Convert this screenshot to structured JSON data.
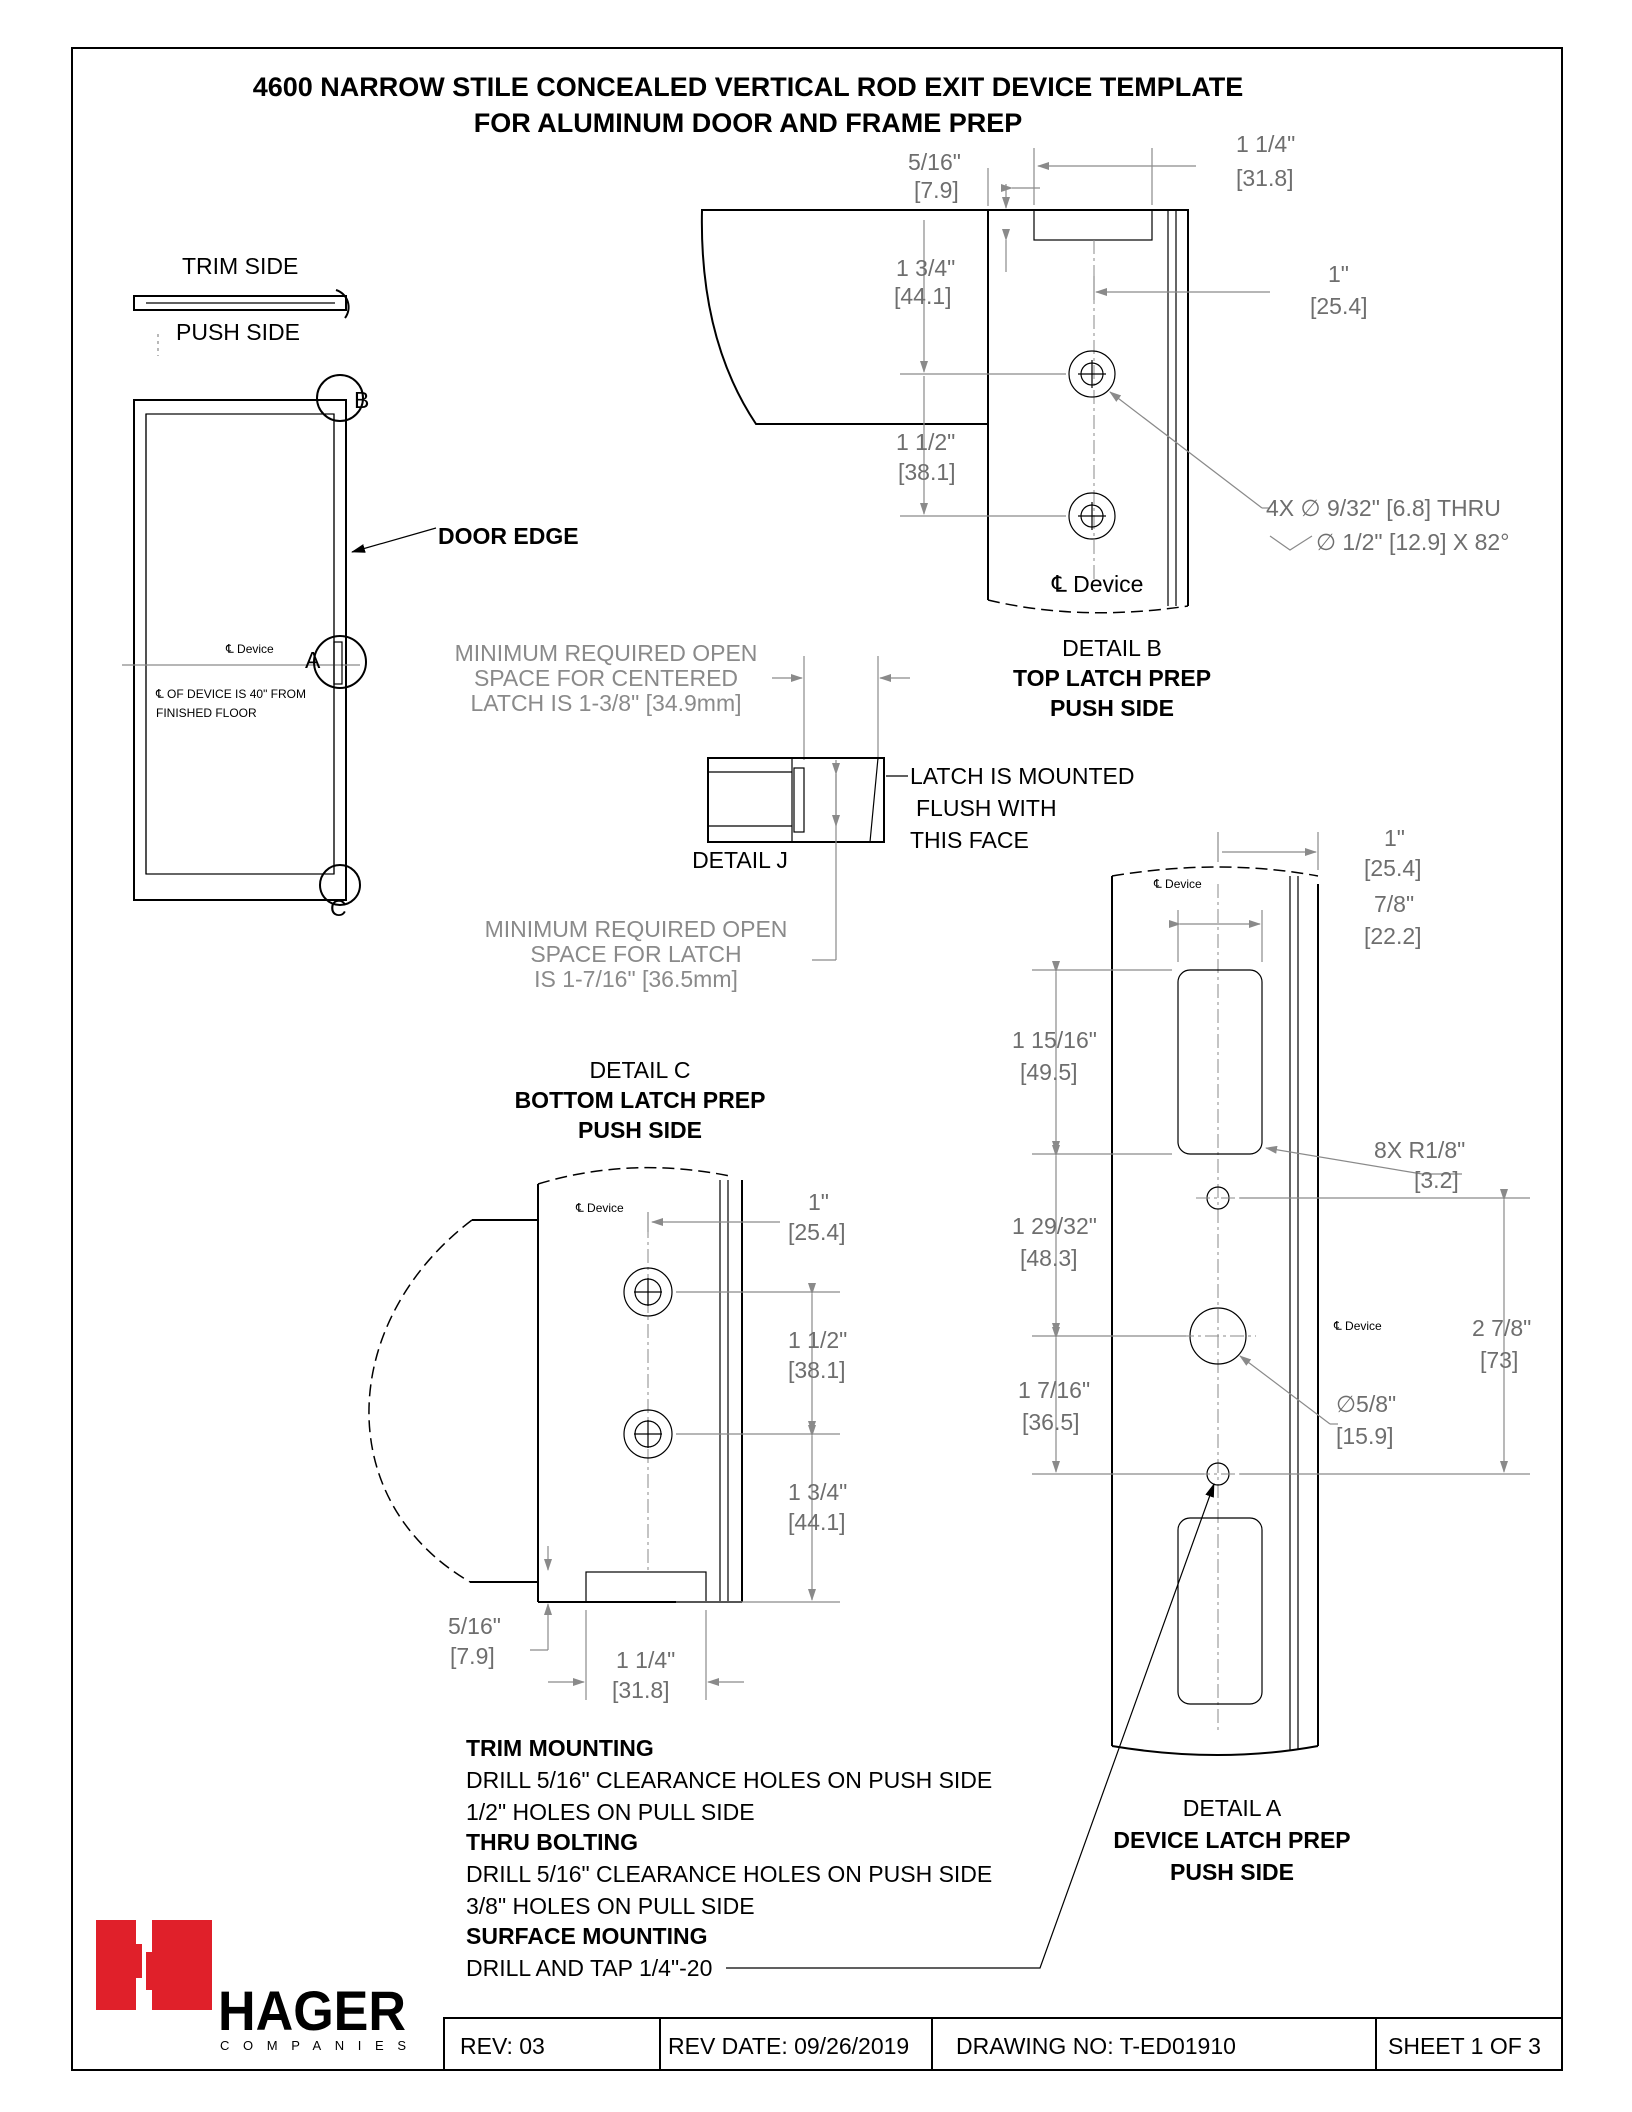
{
  "title": {
    "line1": "4600 NARROW STILE CONCEALED VERTICAL ROD EXIT DEVICE TEMPLATE",
    "line2": "FOR ALUMINUM DOOR AND FRAME PREP"
  },
  "door_view": {
    "trim_side": "TRIM SIDE",
    "push_side": "PUSH SIDE",
    "door_edge": "DOOR EDGE",
    "marker_a": "A",
    "marker_b": "B",
    "marker_c": "C",
    "cl_device": "℄ Device",
    "cl_note_1": "℄ OF DEVICE IS 40\" FROM",
    "cl_note_2": "FINISHED FLOOR"
  },
  "detail_b": {
    "dim_5_16": "5/16\"",
    "dim_5_16_mm": "[7.9]",
    "dim_1_1_4": "1 1/4\"",
    "dim_1_1_4_mm": "[31.8]",
    "dim_1_3_4": "1 3/4\"",
    "dim_1_3_4_mm": "[44.1]",
    "dim_1": "1\"",
    "dim_1_mm": "[25.4]",
    "dim_1_1_2": "1 1/2\"",
    "dim_1_1_2_mm": "[38.1]",
    "hole_note_1": "4X ∅ 9/32\" [6.8] THRU",
    "hole_note_2": "∅ 1/2\" [12.9] X 82°",
    "cl_device": "℄ Device",
    "label": "DETAIL B",
    "name": "TOP LATCH PREP",
    "side": "PUSH SIDE"
  },
  "detail_j": {
    "centered_1": "MINIMUM REQUIRED OPEN",
    "centered_2": "SPACE FOR CENTERED",
    "centered_3": "LATCH IS 1-3/8\" [34.9mm]",
    "flush_1": "LATCH IS MOUNTED",
    "flush_2": "FLUSH WITH",
    "flush_3": "THIS FACE",
    "label": "DETAIL J",
    "space_1": "MINIMUM REQUIRED OPEN",
    "space_2": "SPACE FOR LATCH",
    "space_3": "IS 1-7/16\" [36.5mm]"
  },
  "detail_c": {
    "label": "DETAIL C",
    "name": "BOTTOM LATCH PREP",
    "side": "PUSH SIDE",
    "cl_device": "℄ Device",
    "dim_1": "1\"",
    "dim_1_mm": "[25.4]",
    "dim_1_1_2": "1 1/2\"",
    "dim_1_1_2_mm": "[38.1]",
    "dim_1_3_4": "1 3/4\"",
    "dim_1_3_4_mm": "[44.1]",
    "dim_5_16": "5/16\"",
    "dim_5_16_mm": "[7.9]",
    "dim_1_1_4": "1 1/4\"",
    "dim_1_1_4_mm": "[31.8]"
  },
  "detail_a": {
    "cl_device_top": "℄ Device",
    "cl_device_mid": "℄ Device",
    "dim_1": "1\"",
    "dim_1_mm": "[25.4]",
    "dim_7_8": "7/8\"",
    "dim_7_8_mm": "[22.2]",
    "dim_1_15_16": "1 15/16\"",
    "dim_1_15_16_mm": "[49.5]",
    "radius": "8X R1/8\"",
    "radius_mm": "[3.2]",
    "dim_1_29_32": "1 29/32\"",
    "dim_1_29_32_mm": "[48.3]",
    "dim_2_7_8": "2 7/8\"",
    "dim_2_7_8_mm": "[73]",
    "dim_1_7_16": "1 7/16\"",
    "dim_1_7_16_mm": "[36.5]",
    "dia_5_8": "∅5/8\"",
    "dia_5_8_mm": "[15.9]",
    "label": "DETAIL A",
    "name": "DEVICE LATCH PREP",
    "side": "PUSH SIDE"
  },
  "notes": {
    "trim_mounting": "TRIM MOUNTING",
    "trim_1": "DRILL 5/16\" CLEARANCE HOLES ON PUSH SIDE",
    "trim_2": "1/2\" HOLES ON PULL SIDE",
    "thru_bolting": "THRU BOLTING",
    "thru_1": "DRILL 5/16\" CLEARANCE HOLES ON PUSH SIDE",
    "thru_2": "3/8\" HOLES ON PULL SIDE",
    "surface_mounting": "SURFACE MOUNTING",
    "surface_1": "DRILL AND TAP 1/4\"-20"
  },
  "logo": {
    "name": "HAGER",
    "sub": "COMPANIES",
    "brand_color": "#e0202a"
  },
  "title_block": {
    "rev": "REV: 03",
    "rev_date": "REV DATE: 09/26/2019",
    "drawing_no": "DRAWING NO:  T-ED01910",
    "sheet": "SHEET 1 OF 3"
  }
}
